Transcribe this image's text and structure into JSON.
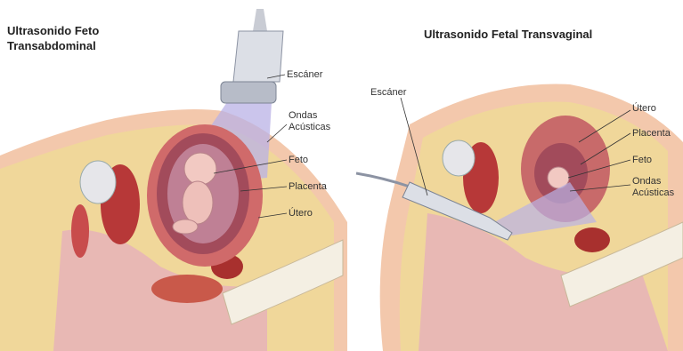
{
  "left": {
    "title_line1": "Ultrasonido Feto",
    "title_line2": "Transabdominal",
    "labels": {
      "scanner": "Escáner",
      "waves_line1": "Ondas",
      "waves_line2": "Acústicas",
      "fetus": "Feto",
      "placenta": "Placenta",
      "uterus": "Útero"
    }
  },
  "right": {
    "title": "Ultrasonido Fetal Transvaginal",
    "labels": {
      "scanner": "Escáner",
      "uterus": "Útero",
      "placenta": "Placenta",
      "fetus": "Feto",
      "waves_line1": "Ondas",
      "waves_line2": "Acústicas"
    }
  }
}
